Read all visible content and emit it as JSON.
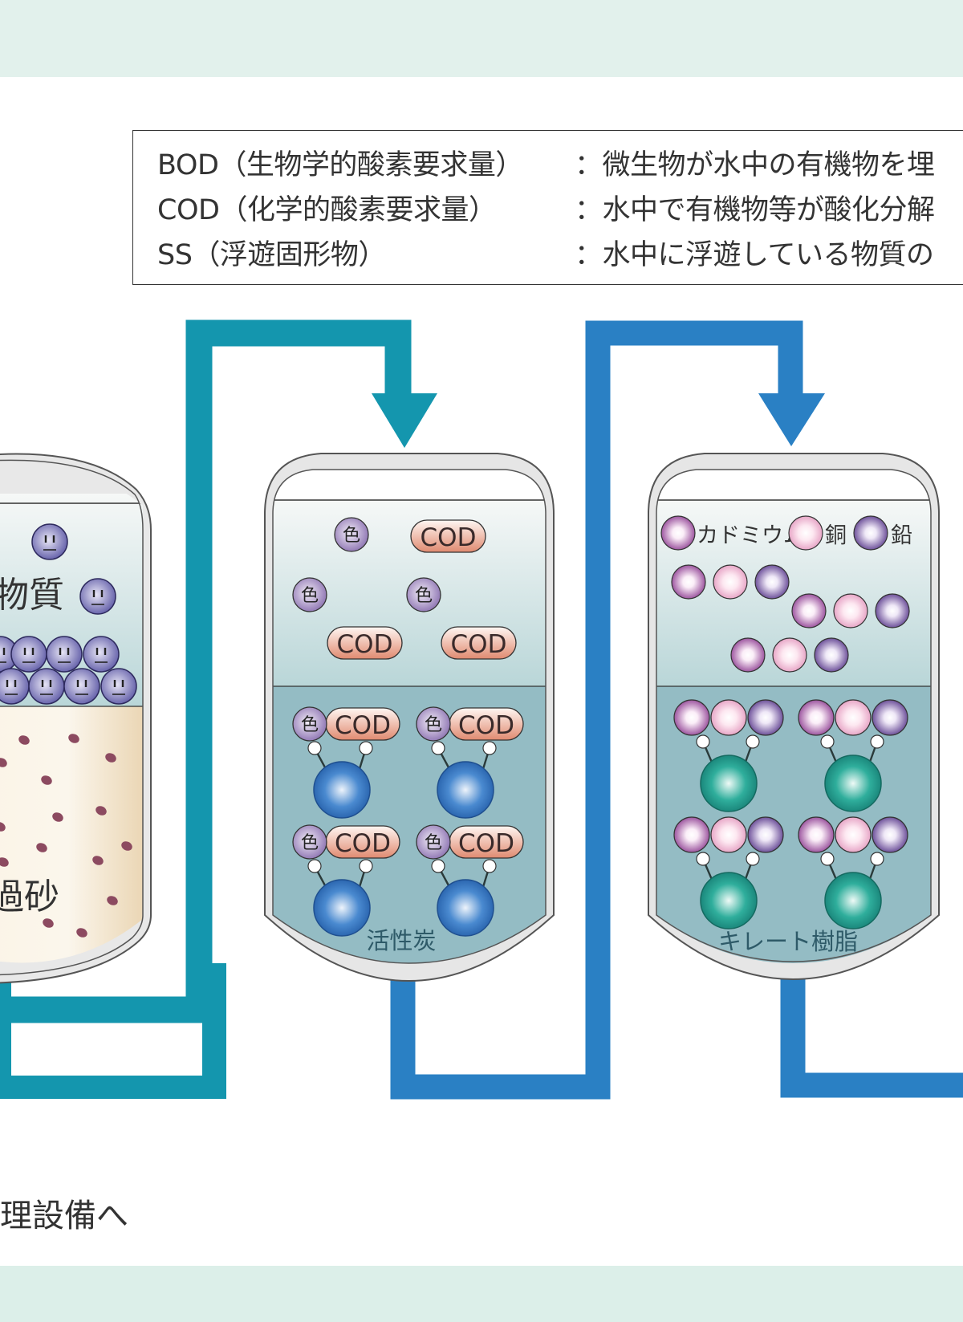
{
  "legend": {
    "rows": [
      {
        "term": "BOD（生物学的酸素要求量）",
        "desc": "：微生物が水中の有機物を埋"
      },
      {
        "term": "COD（化学的酸素要求量）",
        "desc": "：水中で有機物等が酸化分解"
      },
      {
        "term": "SS（浮遊固形物）",
        "desc": "：水中に浮遊している物質の"
      }
    ]
  },
  "tanks": {
    "sand_filter": {
      "particle_label": "物質",
      "media_label": "過砂"
    },
    "activated_carbon": {
      "label": "活性炭",
      "color_token": "色",
      "cod_token": "COD"
    },
    "chelate_resin": {
      "label": "キレート樹脂",
      "metals": [
        "カドミウム",
        "銅",
        "鉛"
      ]
    }
  },
  "footer": {
    "text": "処理設備へ"
  },
  "colors": {
    "pipe_teal": "#1496ae",
    "pipe_blue": "#2a80c4",
    "band_green": "#e2f1ec",
    "cadmium": "#9a4f9c",
    "copper": "#e7a9c8",
    "lead": "#6a4a9a",
    "carbon_ball": "#2f72c0",
    "resin_ball": "#1e9e8e"
  }
}
